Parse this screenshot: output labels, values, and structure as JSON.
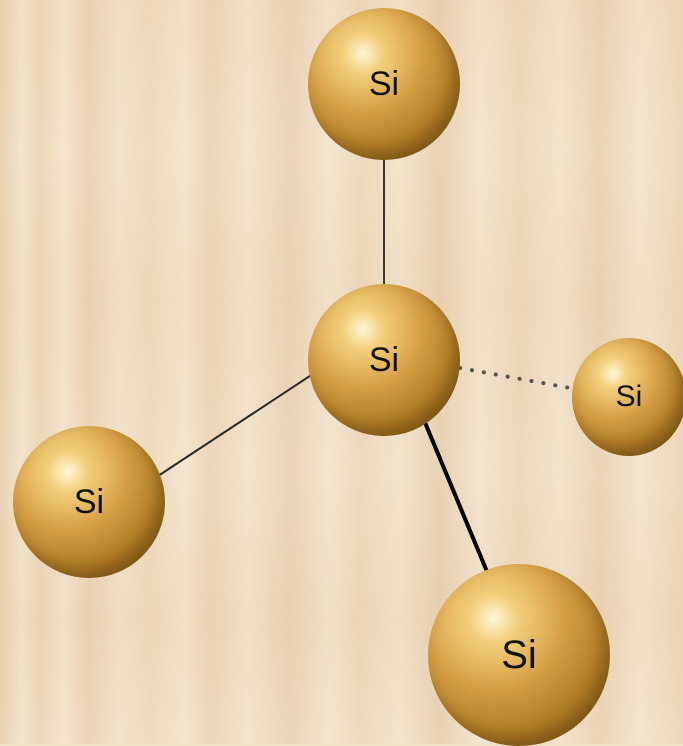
{
  "diagram": {
    "atoms": {
      "top": {
        "label": "Si",
        "color": "#d4a045"
      },
      "center": {
        "label": "Si",
        "color": "#d4a045"
      },
      "right": {
        "label": "Si",
        "color": "#d4a045"
      },
      "left": {
        "label": "Si",
        "color": "#d4a045"
      },
      "bottom": {
        "label": "Si",
        "color": "#d4a045"
      }
    },
    "bonds": [
      {
        "from": "center",
        "to": "top",
        "style": "solid-thin"
      },
      {
        "from": "center",
        "to": "left",
        "style": "solid-thin"
      },
      {
        "from": "center",
        "to": "bottom",
        "style": "solid-thick"
      },
      {
        "from": "center",
        "to": "right",
        "style": "dotted"
      }
    ]
  }
}
